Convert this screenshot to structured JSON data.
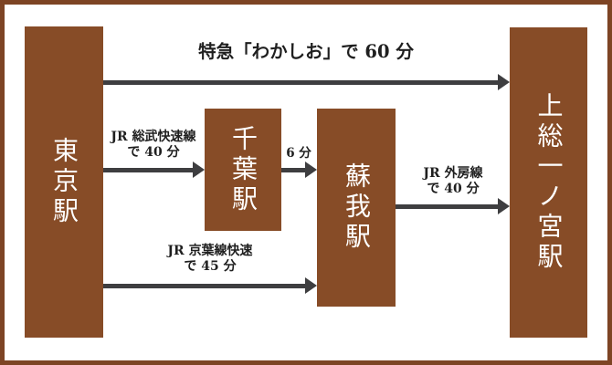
{
  "diagram": {
    "type": "train-route-map",
    "stations": [
      {
        "name": "東京駅"
      },
      {
        "name": "千葉駅"
      },
      {
        "name": "蘇我駅"
      },
      {
        "name": "上総一ノ宮駅"
      }
    ],
    "routes": [
      {
        "from": "東京駅",
        "to": "上総一ノ宮駅",
        "label": "特急「わかしお」で 60 分"
      },
      {
        "from": "東京駅",
        "to": "千葉駅",
        "label": "JR 総武快速線",
        "label2": "で 40 分"
      },
      {
        "from": "千葉駅",
        "to": "蘇我駅",
        "label": "6 分"
      },
      {
        "from": "蘇我駅",
        "to": "上総一ノ宮駅",
        "label": "JR 外房線",
        "label2": "で 40 分"
      },
      {
        "from": "東京駅",
        "to": "蘇我駅",
        "label": "JR 京葉線快速",
        "label2": "で 45 分"
      }
    ],
    "colors": {
      "station_box": "#874c27",
      "frame_border": "#7d4424",
      "arrow": "#3e3e40",
      "label_text": "#1f1f1f",
      "station_text": "#ffffff",
      "background": "#ffffff"
    }
  }
}
